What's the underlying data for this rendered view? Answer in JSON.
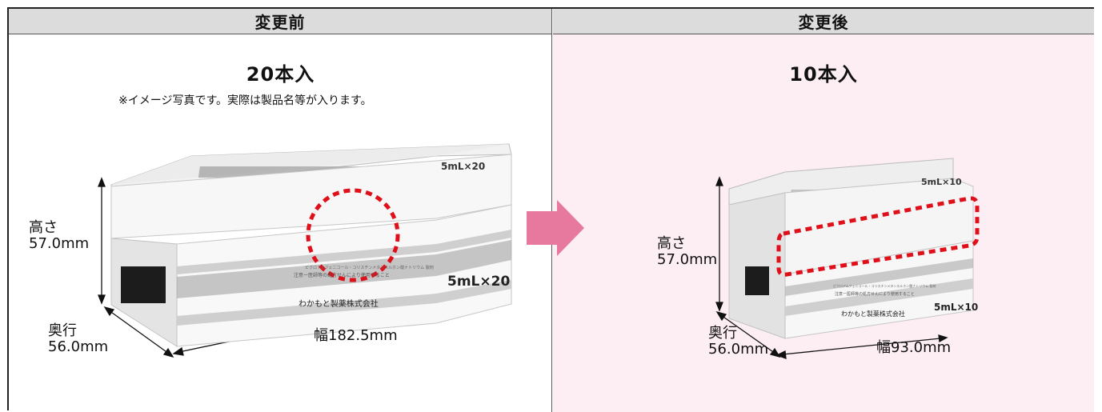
{
  "header": {
    "before": "変更前",
    "after": "変更後"
  },
  "before": {
    "quantity": "20本入",
    "note": "※イメージ写真です。実際は製品名等が入ります。",
    "height_label": "高さ",
    "height_value": "57.0mm",
    "depth_label": "奥行",
    "depth_value": "56.0mm",
    "width_value": "幅182.5mm",
    "package": {
      "size_label": "5mL×20",
      "top_label": "5mL×20",
      "maker": "わかもと製薬株式会社",
      "caution": "注意ー医師等の処方せんにより使用すること",
      "ingredient": "ピクロアムフェニコール・コリスチンメタンスルホン酸ナトリウム 製剤"
    }
  },
  "after": {
    "quantity": "10本入",
    "height_label": "高さ",
    "height_value": "57.0mm",
    "depth_label": "奥行",
    "depth_value": "56.0mm",
    "width_value": "幅93.0mm",
    "package": {
      "size_label": "5mL×10",
      "top_label": "5mL×10",
      "maker": "わかもと製薬株式会社",
      "caution": "注意ー医師等の処方せんにより使用すること",
      "ingredient": "ピクロアムフェニコール・コリスチンメタンスルホン酸ナトリウム 製剤"
    }
  },
  "colors": {
    "header_bg": "#dcdcdc",
    "after_bg": "#fdeef4",
    "arrow": "#e8799e",
    "highlight": "#e0101a"
  }
}
